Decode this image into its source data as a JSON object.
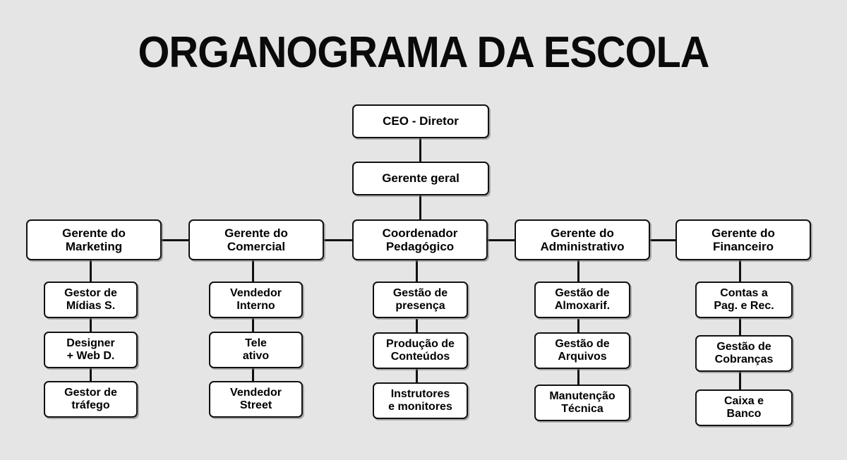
{
  "title": "ORGANOGRAMA DA ESCOLA",
  "colors": {
    "background": "#e5e5e5",
    "box_fill": "#ffffff",
    "box_border": "#111111",
    "text": "#000000",
    "connector": "#111111"
  },
  "top": {
    "ceo": "CEO - Diretor",
    "general_manager": "Gerente geral"
  },
  "columns": [
    {
      "manager": "Gerente do\nMarketing",
      "children": [
        "Gestor de\nMídias S.",
        "Designer\n+ Web D.",
        "Gestor de\ntráfego"
      ]
    },
    {
      "manager": "Gerente do\nComercial",
      "children": [
        "Vendedor\nInterno",
        "Tele\nativo",
        "Vendedor\nStreet"
      ]
    },
    {
      "manager": "Coordenador\nPedagógico",
      "children": [
        "Gestão de\npresença",
        "Produção de\nConteúdos",
        "Instrutores\ne monitores"
      ]
    },
    {
      "manager": "Gerente do\nAdministrativo",
      "children": [
        "Gestão de\nAlmoxarif.",
        "Gestão de\nArquivos",
        "Manutenção\nTécnica"
      ]
    },
    {
      "manager": "Gerente do\nFinanceiro",
      "children": [
        "Contas a\nPag. e Rec.",
        "Gestão de\nCobranças",
        "Caixa e\nBanco"
      ]
    }
  ]
}
